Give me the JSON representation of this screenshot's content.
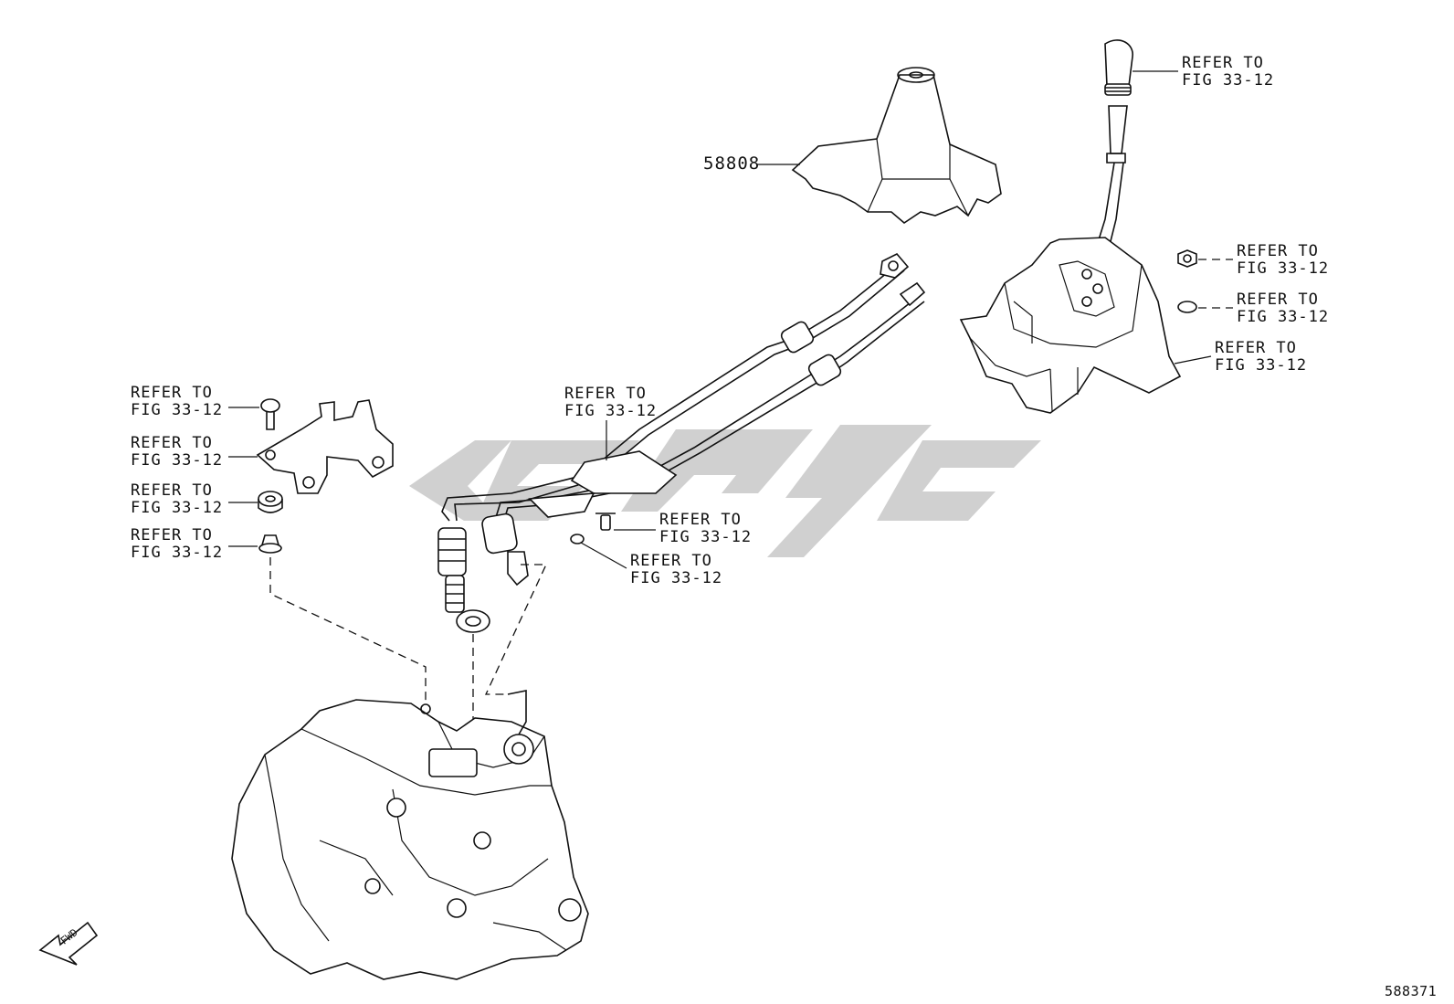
{
  "callouts": {
    "part_58808": "58808",
    "knob": [
      "REFER TO",
      "FIG 33-12"
    ],
    "shifter_nut": [
      "REFER TO",
      "FIG 33-12"
    ],
    "shifter_washer": [
      "REFER TO",
      "FIG 33-12"
    ],
    "shifter_base": [
      "REFER TO",
      "FIG 33-12"
    ],
    "cable_assembly": [
      "REFER TO",
      "FIG 33-12"
    ],
    "cable_bolt": [
      "REFER TO",
      "FIG 33-12"
    ],
    "cable_clip": [
      "REFER TO",
      "FIG 33-12"
    ],
    "bracket_bolt": [
      "REFER TO",
      "FIG 33-12"
    ],
    "bracket": [
      "REFER TO",
      "FIG 33-12"
    ],
    "bushing": [
      "REFER TO",
      "FIG 33-12"
    ],
    "pin": [
      "REFER TO",
      "FIG 33-12"
    ]
  },
  "fwd_arrow": "FWD",
  "document_id": "588371",
  "colors": {
    "line": "#111111",
    "watermark": "#c8c8c8",
    "background": "#ffffff"
  }
}
